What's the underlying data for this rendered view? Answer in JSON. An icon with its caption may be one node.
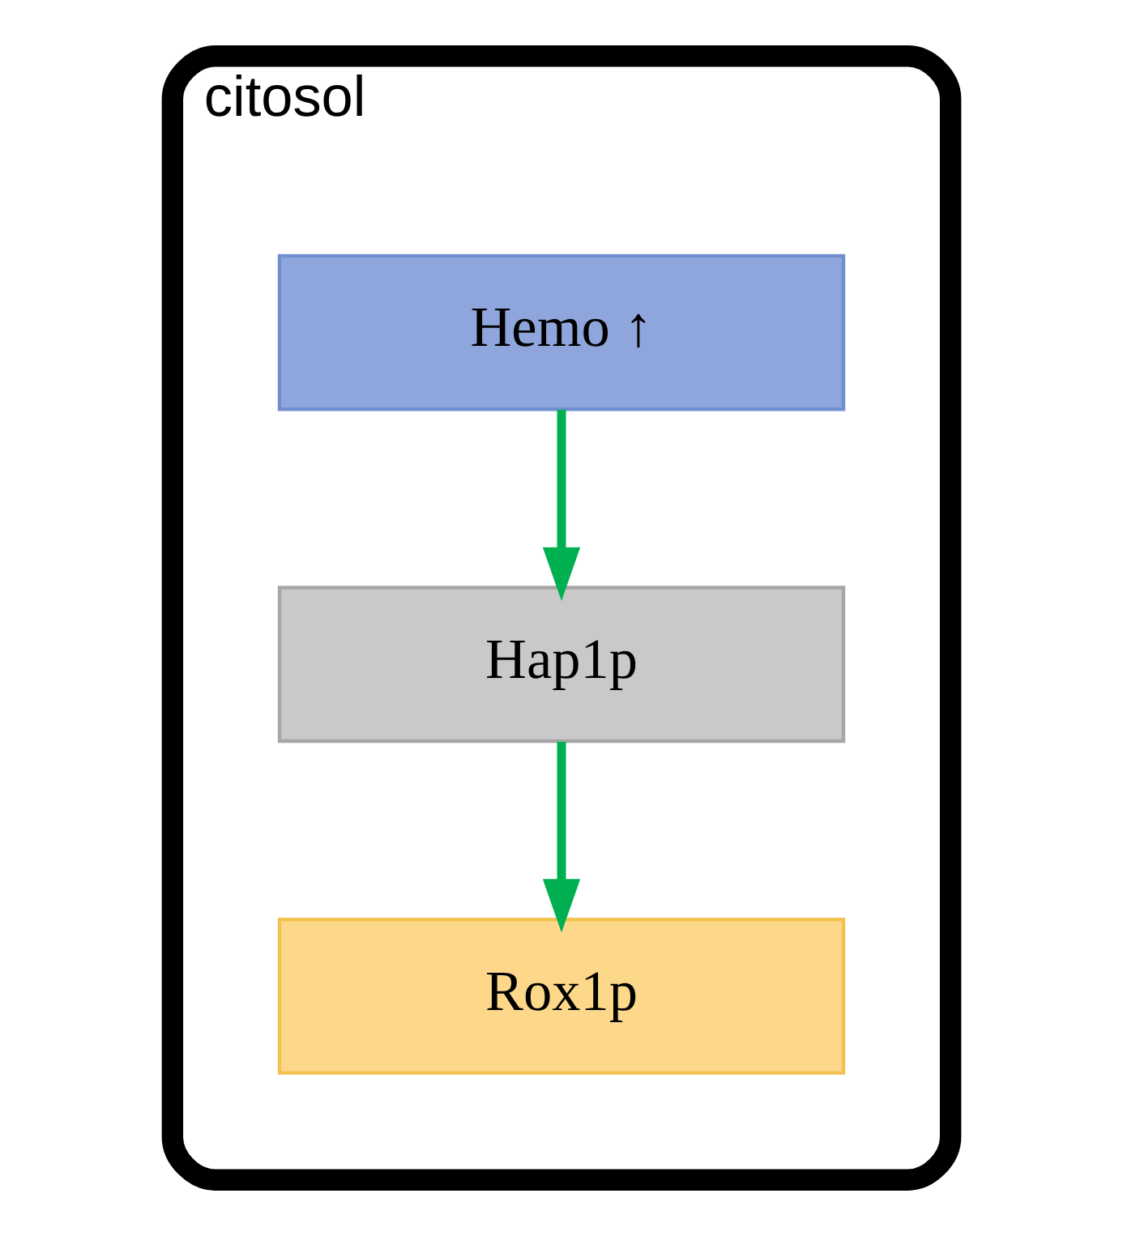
{
  "diagram": {
    "nodes": [
      {
        "text": [
          "citosol"
        ]
      },
      {
        "text": [
          "Hemo ↑"
        ],
        "in": 0
      },
      {
        "text": [
          "Hap1p"
        ],
        "in": 0
      },
      {
        "text": [
          "Rox1p"
        ],
        "in": 0
      }
    ],
    "edges": [
      {
        "from": 1,
        "to": 2,
        "arrow": "to",
        "color": "#00b050"
      },
      {
        "from": 2,
        "to": 3,
        "arrow": "to",
        "color": "#00b050"
      }
    ]
  }
}
